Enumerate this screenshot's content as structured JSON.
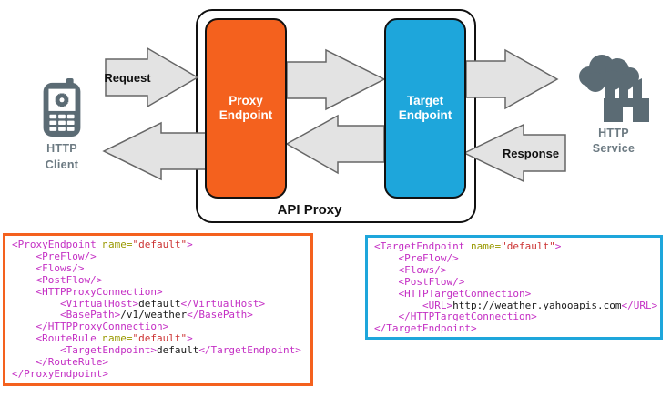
{
  "diagram": {
    "api_proxy_label": "API Proxy",
    "proxy_endpoint": {
      "line1": "Proxy",
      "line2": "Endpoint"
    },
    "target_endpoint": {
      "line1": "Target",
      "line2": "Endpoint"
    },
    "request_label": "Request",
    "response_label": "Response",
    "http_client": {
      "line1": "HTTP",
      "line2": "Client"
    },
    "http_service": {
      "line1": "HTTP",
      "line2": "Service"
    }
  },
  "colors": {
    "proxy_orange": "#F4611E",
    "target_blue": "#1EA6DB",
    "arrow_fill": "#E3E3E3",
    "arrow_stroke": "#666666",
    "icon_gray": "#5B6B74",
    "label_gray": "#6C7A82",
    "code_tag": "#C42FC4",
    "code_attr": "#999900",
    "code_str": "#CC3333",
    "code_txt": "#1A1A1A"
  },
  "code_blocks": [
    {
      "border_color": "#F4611E",
      "lines": [
        [
          {
            "t": "tag",
            "s": "<ProxyEndpoint"
          },
          {
            "t": "attr",
            "s": " name="
          },
          {
            "t": "str",
            "s": "\"default\""
          },
          {
            "t": "tag",
            "s": ">"
          }
        ],
        [
          {
            "t": "tag",
            "s": "    <PreFlow/>"
          }
        ],
        [
          {
            "t": "tag",
            "s": "    <Flows/>"
          }
        ],
        [
          {
            "t": "tag",
            "s": "    <PostFlow/>"
          }
        ],
        [
          {
            "t": "tag",
            "s": "    <HTTPProxyConnection>"
          }
        ],
        [
          {
            "t": "tag",
            "s": "        <VirtualHost>"
          },
          {
            "t": "txt",
            "s": "default"
          },
          {
            "t": "tag",
            "s": "</VirtualHost>"
          }
        ],
        [
          {
            "t": "tag",
            "s": "        <BasePath>"
          },
          {
            "t": "txt",
            "s": "/v1/weather"
          },
          {
            "t": "tag",
            "s": "</BasePath>"
          }
        ],
        [
          {
            "t": "tag",
            "s": "    </HTTPProxyConnection>"
          }
        ],
        [
          {
            "t": "tag",
            "s": "    <RouteRule"
          },
          {
            "t": "attr",
            "s": " name="
          },
          {
            "t": "str",
            "s": "\"default\""
          },
          {
            "t": "tag",
            "s": ">"
          }
        ],
        [
          {
            "t": "tag",
            "s": "        <TargetEndpoint>"
          },
          {
            "t": "txt",
            "s": "default"
          },
          {
            "t": "tag",
            "s": "</TargetEndpoint>"
          }
        ],
        [
          {
            "t": "tag",
            "s": "    </RouteRule>"
          }
        ],
        [
          {
            "t": "tag",
            "s": "</ProxyEndpoint>"
          }
        ]
      ]
    },
    {
      "border_color": "#1EA6DB",
      "lines": [
        [
          {
            "t": "tag",
            "s": "<TargetEndpoint"
          },
          {
            "t": "attr",
            "s": " name="
          },
          {
            "t": "str",
            "s": "\"default\""
          },
          {
            "t": "tag",
            "s": ">"
          }
        ],
        [
          {
            "t": "tag",
            "s": "    <PreFlow/>"
          }
        ],
        [
          {
            "t": "tag",
            "s": "    <Flows/>"
          }
        ],
        [
          {
            "t": "tag",
            "s": "    <PostFlow/>"
          }
        ],
        [
          {
            "t": "tag",
            "s": "    <HTTPTargetConnection>"
          }
        ],
        [
          {
            "t": "tag",
            "s": "        <URL>"
          },
          {
            "t": "txt",
            "s": "http://weather.yahooapis.com"
          },
          {
            "t": "tag",
            "s": "</URL>"
          }
        ],
        [
          {
            "t": "tag",
            "s": "    </HTTPTargetConnection>"
          }
        ],
        [
          {
            "t": "tag",
            "s": "</TargetEndpoint>"
          }
        ]
      ]
    }
  ]
}
